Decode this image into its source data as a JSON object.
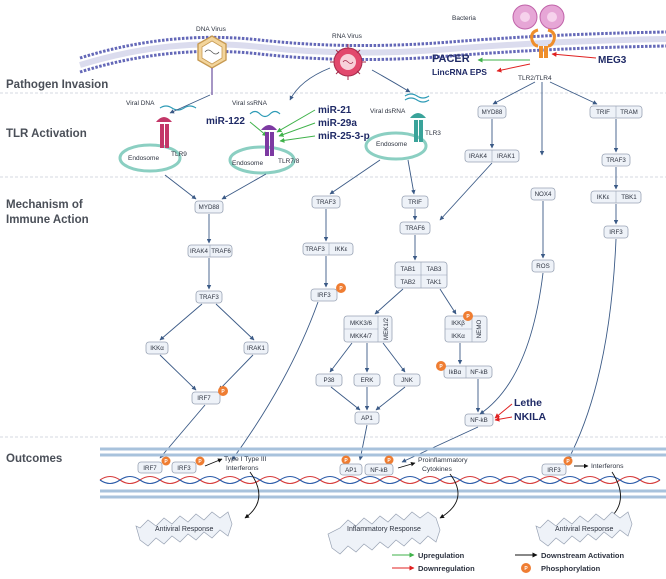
{
  "stages": {
    "pathogen_invasion": "Pathogen Invasion",
    "tlr_activation": "TLR Activation",
    "mechanism": [
      "Mechanism of",
      "Immune Action"
    ],
    "outcomes": "Outcomes"
  },
  "pathogens": {
    "dna_virus": "DNA Virus",
    "rna_virus": "RNA Virus",
    "bacteria": "Bacteria"
  },
  "receptors": {
    "tlr9": "TLR9",
    "tlr78": "TLR7/8",
    "tlr3": "TLR3",
    "tlr24": "TLR2/TLR4",
    "endosome": "Endosome"
  },
  "ligands": {
    "viral_dna": "Viral DNA",
    "viral_ssrna": "Viral ssRNA",
    "viral_dsrna": "Viral dsRNA"
  },
  "ncrnas": {
    "pacer": "PACER",
    "lincrna_eps": "LincRNA EPS",
    "meg3": "MEG3",
    "mir122": "miR-122",
    "mir21": "miR-21",
    "mir29a": "miR-29a",
    "mir253p": "miR-25-3-p",
    "lethe": "Lethe",
    "nkila": "NKILA"
  },
  "nodes": {
    "myd88_a": "MYD88",
    "irak4_a": "IRAK4",
    "traf6_a": "TRAF6",
    "traf3_a": "TRAF3",
    "ikka_a": "IKKα",
    "irak1_a": "IRAK1",
    "irf7_a": "IRF7",
    "traf3_b": "TRAF3",
    "traf3_c": "TRAF3",
    "ikke_b": "IKKε",
    "irf3_b": "IRF3",
    "trif_c": "TRIF",
    "traf6_c": "TRAF6",
    "tab1": "TAB1",
    "tab3": "TAB3",
    "tab2": "TAB2",
    "tak1": "TAK1",
    "mkk36": "MKK3/6",
    "mkk47": "MKK4/7",
    "mek12": "MEK1/2",
    "ikkb": "IKKβ",
    "ikka_c": "IKKα",
    "nemo": "NEMO",
    "ikba": "IkBα",
    "nfkb_c": "NF-kB",
    "p38": "P38",
    "erk": "ERK",
    "jnk": "JNK",
    "ap1": "AP1",
    "nfkb_d": "NF-kB",
    "myd88_d": "MYD88",
    "irak4_d": "IRAK4",
    "irak1_d": "IRAK1",
    "nox4": "NOX4",
    "ros": "ROS",
    "trif_e": "TRIF",
    "tram_e": "TRAM",
    "traf3_e": "TRAF3",
    "ikke_e": "IKKε",
    "tbk1_e": "TBK1",
    "irf3_e": "IRF3"
  },
  "outcomes": {
    "irf7": "IRF7",
    "irf3": "IRF3",
    "ifn_l1": "Type I Type III",
    "ifn_l2": "Interferons",
    "ap1": "AP1",
    "nfkb": "NF-kB",
    "cyto_l1": "Proinflammatory",
    "cyto_l2": "Cytokines",
    "irf3_r": "IRF3",
    "interferons": "Interferons",
    "antiviral_1": "Antiviral Response",
    "inflammatory": "Inflammatory Response",
    "antiviral_2": "Antiviral Response"
  },
  "legend": {
    "upregulation": "Upregulation",
    "downregulation": "Downregulation",
    "downstream": "Downstream Activation",
    "phosphorylation": "Phosphorylation",
    "p_symbol": "P"
  },
  "colors": {
    "up": "#3fb24a",
    "down": "#e02020",
    "phos": "#ef7d32",
    "membrane": "#6b6fb8",
    "ncrna": "#1f2a66"
  }
}
